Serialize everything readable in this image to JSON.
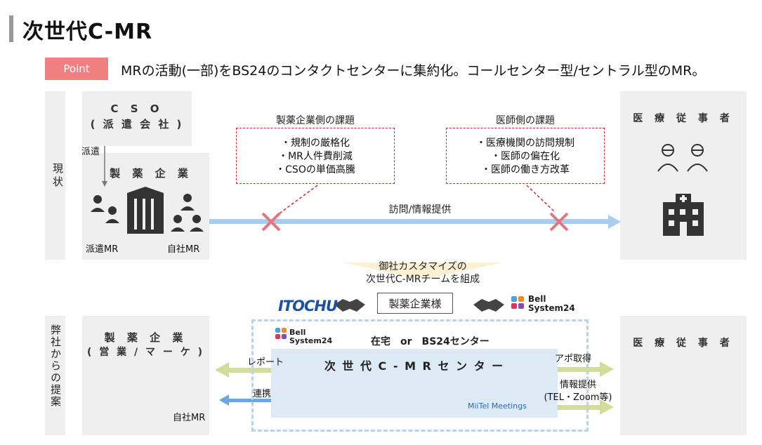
{
  "title": "次世代C-MR",
  "point": {
    "label": "Point",
    "text": "MRの活動(一部)をBS24のコンタクトセンターに集約化。コールセンター型/セントラル型のMR。"
  },
  "current": {
    "side_label": "現状",
    "cso_title_line1": "C S O",
    "cso_title_line2": "( 派 遣 会 社 )",
    "dispatch_label": "派遣",
    "pharma_title": "製 薬 企 業",
    "dispatched_mr": "派遣MR",
    "own_mr": "自社MR",
    "pharma_issues_title": "製薬企業側の課題",
    "pharma_issues": [
      "・規制の厳格化",
      "・MR人件費削減",
      "・CSOの単価高騰"
    ],
    "doctor_issues_title": "医師側の課題",
    "doctor_issues": [
      "・医療機関の訪問規制",
      "・医師の偏在化",
      "・医師の働き方改革"
    ],
    "arrow_label": "訪問/情報提供",
    "medical_title": "医 療 従 事 者"
  },
  "middle": {
    "customize_line1": "御社カスタマイズの",
    "customize_line2": "次世代C-MRチームを組成",
    "itochu_logo": "ITOCHU",
    "center_client": "製薬企業様",
    "bell_line1": "Bell",
    "bell_line2": "System24"
  },
  "proposal": {
    "side_label": "弊社からの提案",
    "pharma_title_line1": "製 薬 企 業",
    "pharma_title_line2": "( 営 業 / マ ー ケ )",
    "own_mr": "自社MR",
    "report_label": "レポート",
    "link_label": "連携",
    "bell_line1": "Bell",
    "bell_line2": "System24",
    "location": "在宅　or　BS24センター",
    "center_title": "次 世 代 C - M R セ ン タ ー",
    "miitel": "MiiTel Meetings",
    "appointment_label": "アポ取得",
    "info_label_line1": "情報提供",
    "info_label_line2": "(TEL・Zoom等)",
    "medical_title": "医 療 従 事 者"
  },
  "colors": {
    "accent_red": "#d02a2a",
    "point_badge": "#f08080",
    "arrow_blue": "#a9cdee",
    "arrow_olive": "#d4dc9a",
    "icon_dark": "#333333",
    "itochu_blue": "#1d50a2"
  }
}
